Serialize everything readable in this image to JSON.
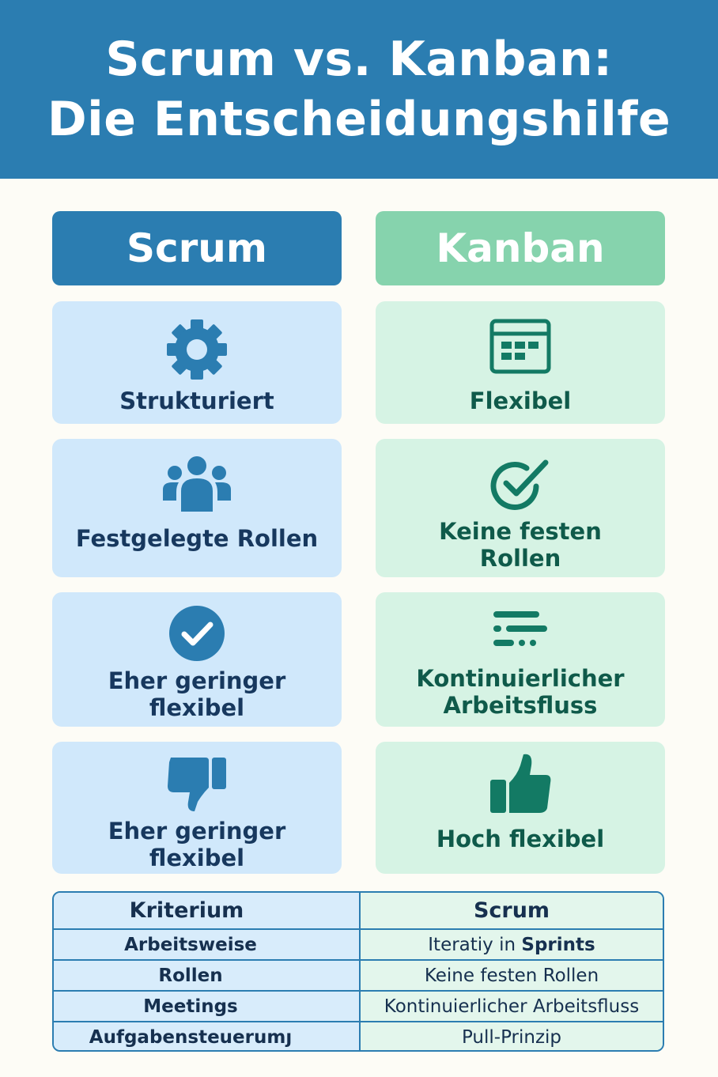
{
  "header": {
    "title_line1": "Scrum vs. Kanban:",
    "title_line2": "Die Entscheidungshilfe"
  },
  "columns": {
    "scrum": "Scrum",
    "kanban": "Kanban"
  },
  "scrum_cards": [
    {
      "icon": "gear-icon",
      "label": "Strukturiert"
    },
    {
      "icon": "team-icon",
      "label": "Festgelegte Rollen"
    },
    {
      "icon": "check-circle-icon",
      "label": "Eher geringer\nflexibel"
    },
    {
      "icon": "thumbs-down-icon",
      "label": "Eher geringer\nflexibel"
    }
  ],
  "kanban_cards": [
    {
      "icon": "board-icon",
      "label": "Flexibel"
    },
    {
      "icon": "check-circle-outline-icon",
      "label": "Keine festen\nRollen"
    },
    {
      "icon": "flow-lines-icon",
      "label": "Kontinuierlicher\nArbeitsfluss"
    },
    {
      "icon": "thumbs-up-icon",
      "label": "Hoch flexibel"
    }
  ],
  "table": {
    "headers": [
      "Kriterium",
      "Scrum"
    ],
    "rows": [
      [
        "Arbeitsweise",
        "Iteratiy in Sprints"
      ],
      [
        "Rollen",
        "Keine festen Rollen"
      ],
      [
        "Meetings",
        "Kontinuierlicher Arbeitsfluss"
      ],
      [
        "Aufgabensteuerumȷ",
        "Pull-Prinzip"
      ]
    ]
  },
  "colors": {
    "header_blue": "#2b7db1",
    "kanban_green": "#86d3ad",
    "scrum_card": "#d0e8fb",
    "kanban_card": "#d6f3e4",
    "kanban_icon": "#137a64"
  }
}
